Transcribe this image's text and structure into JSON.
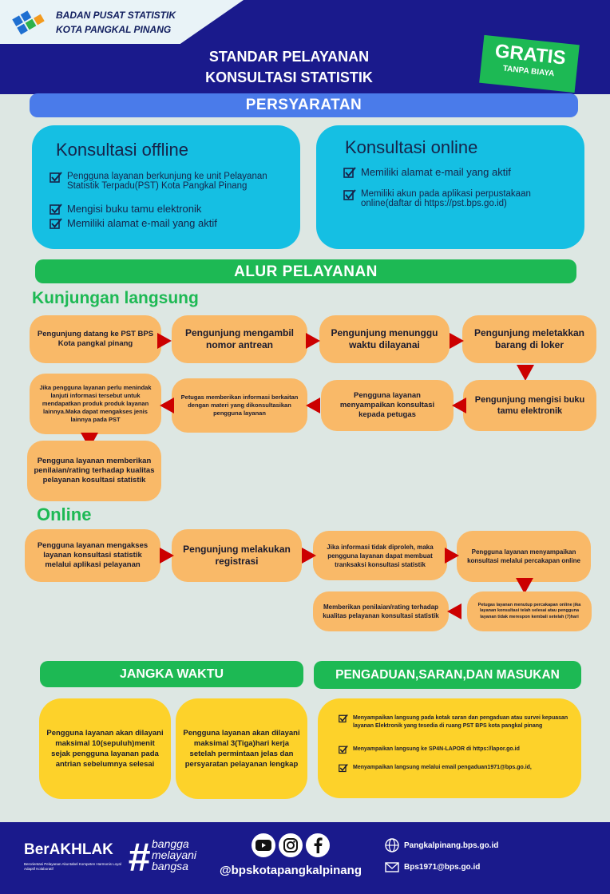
{
  "header": {
    "org_line1": "BADAN PUSAT STATISTIK",
    "org_line2": "KOTA PANGKAL PINANG",
    "title_line1": "STANDAR PELAYANAN",
    "title_line2": "KONSULTASI STATISTIK",
    "badge_main": "GRATIS",
    "badge_sub": "TANPA BIAYA"
  },
  "persyaratan": {
    "heading": "PERSYARATAN",
    "offline": {
      "title": "Konsultasi offline",
      "items": [
        "Pengguna layanan berkunjung ke unit Pelayanan Statistik Terpadu(PST) Kota Pangkal Pinang",
        "Mengisi buku tamu elektronik",
        "Memiliki alamat e-mail yang aktif"
      ]
    },
    "online": {
      "title": "Konsultasi online",
      "items": [
        "Memiliki alamat e-mail yang aktif",
        "Memiliki akun pada aplikasi perpustakaan online(daftar di https://pst.bps.go.id)"
      ]
    }
  },
  "alur": {
    "heading": "ALUR PELAYANAN",
    "kunjungan": {
      "label": "Kunjungan langsung",
      "steps": [
        "Pengunjung datang ke PST BPS Kota pangkal pinang",
        "Pengunjung mengambil nomor antrean",
        "Pengunjung  menunggu waktu dilayanai",
        "Pengunjung meletakkan barang di loker",
        "Pengunjung mengisi buku tamu elektronik",
        "Pengguna layanan menyampaikan konsultasi kepada petugas",
        "Petugas memberikan informasi berkaitan dengan materi yang dikonsultasikan pengguna layanan",
        "Jika pengguna layanan perlu menindak lanjuti informasi tersebut untuk mendapatkan produk produk layanan lainnya.Maka dapat mengakses jenis lainnya pada PST",
        "Pengguna layanan memberikan penilaian/rating terhadap kualitas pelayanan kosultasi statistik"
      ]
    },
    "online": {
      "label": "Online",
      "steps": [
        "Pengguna layanan mengakses layanan konsultasi statistik melalui aplikasi pelayanan",
        "Pengunjung melakukan registrasi",
        "Jika informasi tidak diproleh, maka pengguna layanan dapat membuat tranksaksi konsultasi statistik",
        "Pengguna layanan menyampaikan konsultasi melalui percakapan online",
        "Petugas layanan menutup percakapan online jika layanan konsultasi telah selesai atau pengguna layanan tidak merespon kembali setelah (7)hari",
        "Memberikan penilaian/rating terhadap kualitas pelayanan konsultasi statistik"
      ]
    }
  },
  "jangka": {
    "heading": "JANGKA WAKTU",
    "offline": "Pengguna layanan akan dilayani maksimal 10(sepuluh)menit sejak pengguna layanan pada antrian sebelumnya selesai",
    "online": "Pengguna layanan akan dilayani maksimal 3(Tiga)hari kerja setelah permintaan jelas dan persyaratan pelayanan lengkap"
  },
  "pengaduan": {
    "heading": "PENGADUAN,SARAN,DAN MASUKAN",
    "items": [
      "Menyampaikan langsung pada kotak saran dan pengaduan atau survei kepuasan layanan Elektronik yang tesedia di ruang PST BPS kota pangkal pinang",
      "Menyampaikan langsung ke SP4N-LAPOR di https://lapor.go.id",
      "Menyampaikan langsung melalui email pengaduan1971@bps.go.id,"
    ]
  },
  "footer": {
    "berakhlak": "BerAKHLAK",
    "berakhlak_sub": "Berorientasi Pelayanan Akuntabel Kompeten Harmonis Loyal Adaptif Kolaboratif",
    "hash": "#",
    "bangga1": "bangga",
    "bangga2": "melayani",
    "bangga3": "bangsa",
    "social_handle": "@bpskotapangkalpinang",
    "website": "Pangkalpinang.bps.go.id",
    "email": "Bps1971@bps.go.id"
  },
  "colors": {
    "navy": "#1a1a8c",
    "green": "#1db954",
    "blue_bar": "#4a7bea",
    "cyan_card": "#15bfe3",
    "orange_step": "#f9b968",
    "yellow_card": "#fdd22a",
    "arrow_red": "#cc0000"
  },
  "icons": [
    "bps-logo-icon",
    "check-icon",
    "arrow-icon",
    "youtube-icon",
    "instagram-icon",
    "facebook-icon",
    "globe-icon",
    "mail-icon"
  ]
}
